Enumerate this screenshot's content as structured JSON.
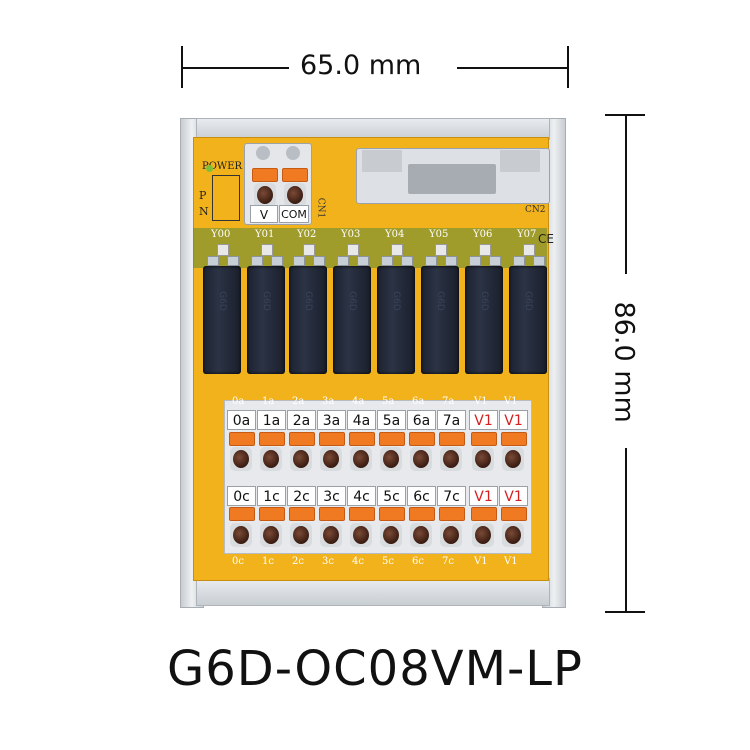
{
  "dimensions": {
    "width_label": "65.0 mm",
    "height_label": "86.0 mm"
  },
  "product": {
    "model": "G6D-OC08VM-LP",
    "power_label": "POWER",
    "p_label": "P",
    "n_label": "N",
    "cn1_label": "CN1",
    "cn2_label": "CN2",
    "ce_label": "CE",
    "power_terminals": [
      "V",
      "COM"
    ],
    "channel_labels": [
      "Y00",
      "Y01",
      "Y02",
      "Y03",
      "Y04",
      "Y05",
      "Y06",
      "Y07"
    ],
    "relay_marking": "G6D",
    "top_silk": [
      "0a",
      "1a",
      "2a",
      "3a",
      "4a",
      "5a",
      "6a",
      "7a",
      "V1",
      "V1"
    ],
    "terminals_top": [
      "0a",
      "1a",
      "2a",
      "3a",
      "4a",
      "5a",
      "6a",
      "7a",
      "V1",
      "V1"
    ],
    "terminals_bottom": [
      "0c",
      "1c",
      "2c",
      "3c",
      "4c",
      "5c",
      "6c",
      "7c",
      "V1",
      "V1"
    ],
    "bottom_silk": [
      "0c",
      "1c",
      "2c",
      "3c",
      "4c",
      "5c",
      "6c",
      "7c",
      "V1",
      "V1"
    ]
  },
  "colors": {
    "pcb": "#f2b21b",
    "lever": "#f07a22",
    "relay": "#1c2230",
    "red_text": "#d32020"
  }
}
